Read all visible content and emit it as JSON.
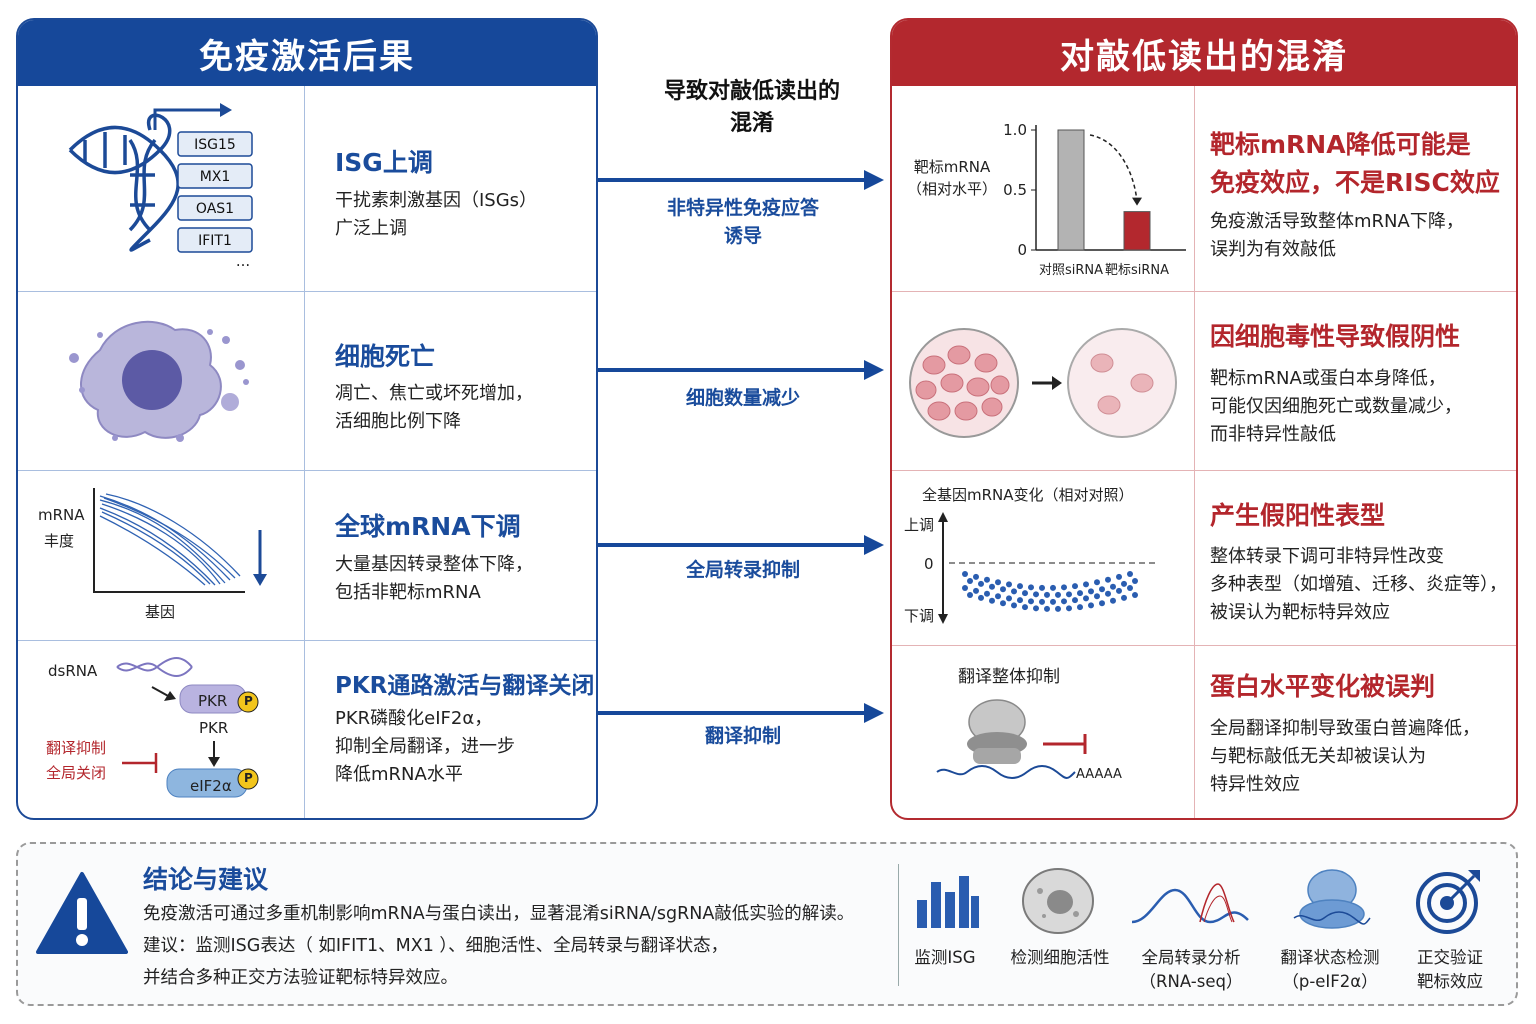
{
  "left_panel": {
    "header": "免疫激活后果",
    "rows": [
      {
        "title": "ISG上调",
        "desc": [
          "干扰素刺激基因（ISGs）",
          "广泛上调"
        ]
      },
      {
        "title": "细胞死亡",
        "desc": [
          "凋亡、焦亡或坏死增加，",
          "活细胞比例下降"
        ]
      },
      {
        "title": "全球mRNA下调",
        "desc": [
          "大量基因转录整体下降，",
          "包括非靶标mRNA"
        ]
      },
      {
        "title": "PKR通路激活与翻译关闭",
        "desc": [
          "PKR磷酸化eIF2α，",
          "抑制全局翻译，进一步",
          "降低mRNA水平"
        ]
      }
    ],
    "isg_genes": [
      "ISG15",
      "MX1",
      "OAS1",
      "IFIT1",
      "..."
    ],
    "mrna_plot": {
      "ylabel_1": "mRNA",
      "ylabel_2": "丰度",
      "xlabel": "基因"
    },
    "pkr": {
      "dsrna": "dsRNA",
      "pkr_box": "PKR",
      "pkr_label": "PKR",
      "eif": "eIF2α",
      "phospho": "P",
      "inhibit_1": "翻译抑制",
      "inhibit_2": "全局关闭"
    }
  },
  "middle": {
    "title": [
      "导致对敲低读出的",
      "混淆"
    ],
    "arrows": [
      {
        "label": [
          "非特异性免疫应答",
          "诱导"
        ]
      },
      {
        "label": [
          "细胞数量减少"
        ]
      },
      {
        "label": [
          "全局转录抑制"
        ]
      },
      {
        "label": [
          "翻译抑制"
        ]
      }
    ]
  },
  "right_panel": {
    "header": "对敲低读出的混淆",
    "rows": [
      {
        "title": [
          "靶标mRNA降低可能是",
          "免疫效应，不是RISC效应"
        ],
        "desc": [
          "免疫激活导致整体mRNA下降，",
          "误判为有效敲低"
        ]
      },
      {
        "title": [
          "因细胞毒性导致假阴性"
        ],
        "desc": [
          "靶标mRNA或蛋白本身降低，",
          "可能仅因细胞死亡或数量减少，",
          "而非特异性敲低"
        ]
      },
      {
        "title": [
          "产生假阳性表型"
        ],
        "desc": [
          "整体转录下调可非特异性改变",
          "多种表型（如增殖、迁移、炎症等），",
          "被误认为靶标特异效应"
        ]
      },
      {
        "title": [
          "蛋白水平变化被误判"
        ],
        "desc": [
          "全局翻译抑制导致蛋白普遍降低，",
          "与靶标敲低无关却被误认为",
          "特异性效应"
        ]
      }
    ],
    "scatter_panel": {
      "title": "全基因mRNA变化（相对对照）",
      "up": "上调",
      "down": "下调",
      "zero": "0"
    },
    "translation_panel": {
      "title": "翻译整体抑制",
      "polyA": "AAAAA"
    }
  },
  "chart_data": {
    "type": "bar",
    "categories": [
      "对照siRNA",
      "靶标siRNA"
    ],
    "values": [
      1.0,
      0.32
    ],
    "ylabel": "靶标mRNA（相对水平）",
    "ylabel_1": "靶标mRNA",
    "ylabel_2": "（相对水平）",
    "yticks": [
      "1.0",
      "0.5",
      "0"
    ],
    "ylim": [
      0,
      1.0
    ],
    "colors": [
      "#b3b3b3",
      "#b3282e"
    ]
  },
  "conclusion": {
    "title": "结论与建议",
    "lines": [
      "免疫激活可通过多重机制影响mRNA与蛋白读出，显著混淆siRNA/sgRNA敲低实验的解读。",
      "建议：监测ISG表达（ 如IFIT1、MX1 ）、细胞活性、全局转录与翻译状态，",
      "并结合多种正交方法验证靶标特异效应。"
    ],
    "tools": [
      {
        "icon": "bar-chart-icon",
        "label": [
          "监测ISG"
        ]
      },
      {
        "icon": "cell-icon",
        "label": [
          "检测细胞活性"
        ]
      },
      {
        "icon": "wave-icon",
        "label": [
          "全局转录分析",
          "（RNA-seq）"
        ]
      },
      {
        "icon": "ribosome-icon",
        "label": [
          "翻译状态检测",
          "（p-eIF2α）"
        ]
      },
      {
        "icon": "target-icon",
        "label": [
          "正交验证",
          "靶标效应"
        ]
      }
    ]
  },
  "colors": {
    "blue": "#16489a",
    "red": "#b3282e"
  }
}
